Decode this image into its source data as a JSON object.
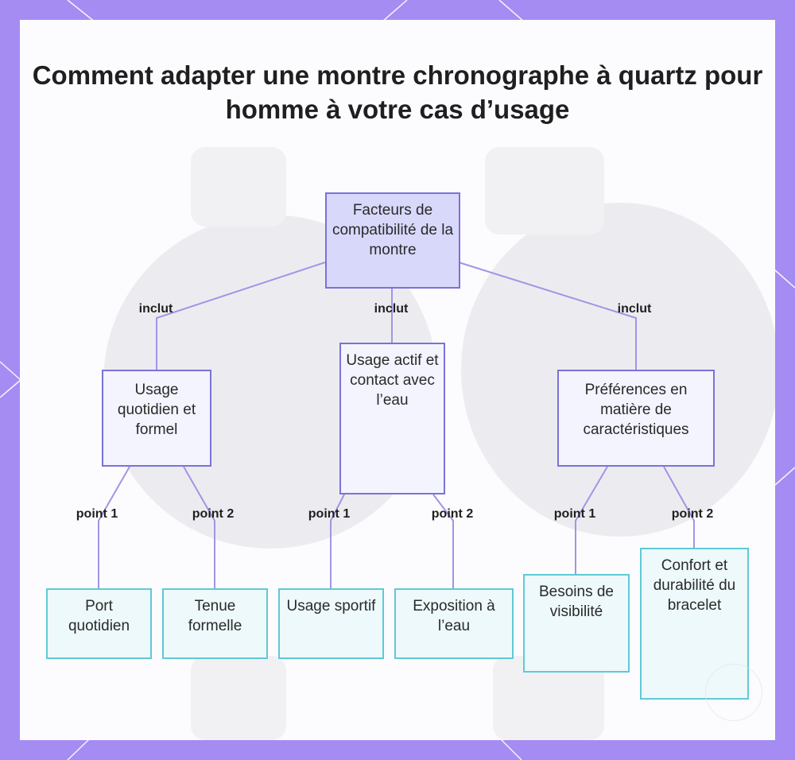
{
  "title": "Comment adapter une montre chronographe à quartz pour homme à votre cas d’usage",
  "nodes": {
    "root": "Facteurs de compatibilité de la montre",
    "daily_formal": "Usage quotidien et formel",
    "active_water": "Usage actif et contact avec l’eau",
    "feature_prefs": "Préférences en matière de caractéristiques",
    "daily_wear": "Port quotidien",
    "formal_attire": "Tenue formelle",
    "sport_use": "Usage sportif",
    "water_exposure": "Exposition à l’eau",
    "visibility_needs": "Besoins de visibilité",
    "strap_comfort": "Confort et durabilité du bracelet"
  },
  "edge_labels": {
    "includes": "inclut",
    "point1": "point 1",
    "point2": "point 2"
  },
  "colors": {
    "background": "#a48cf3",
    "root_fill": "#d8d8fb",
    "mid_fill": "#f3f4fd",
    "node_border": "#7a72d8",
    "leaf_border": "#5fc9d6",
    "connector": "#a394e4"
  }
}
